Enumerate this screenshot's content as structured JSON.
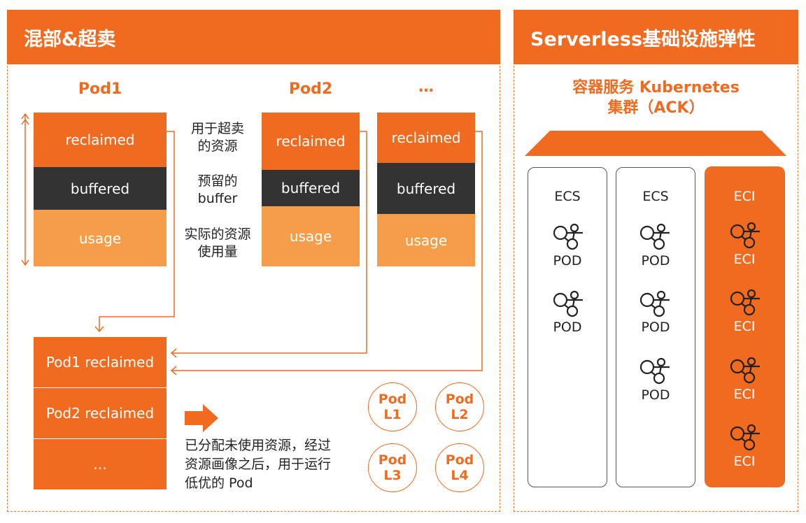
{
  "left": {
    "header": "混部&超卖",
    "pods": [
      {
        "title": "Pod1",
        "reclaimed": "reclaimed",
        "buffered": "buffered",
        "usage": "usage"
      },
      {
        "title": "Pod2",
        "reclaimed": "reclaimed",
        "buffered": "buffered",
        "usage": "usage"
      },
      {
        "title": "…",
        "reclaimed": "reclaimed",
        "buffered": "buffered",
        "usage": "usage"
      }
    ],
    "notes": {
      "reclaimed_line1": "用于超卖",
      "reclaimed_line2": "的资源",
      "buffered_line1": "预留的",
      "buffered_line2": "buffer",
      "usage_line1": "实际的资源",
      "usage_line2": "使用量"
    },
    "pool": [
      "Pod1 reclaimed",
      "Pod2 reclaimed",
      "…"
    ],
    "description_line1": "已分配未使用资源，经过",
    "description_line2": "资源画像之后，用于运行",
    "description_line3": "低优的 Pod",
    "low_pods": [
      {
        "l1": "Pod",
        "l2": "L1"
      },
      {
        "l1": "Pod",
        "l2": "L2"
      },
      {
        "l1": "Pod",
        "l2": "L3"
      },
      {
        "l1": "Pod",
        "l2": "L4"
      }
    ]
  },
  "right": {
    "header": "Serverless基础设施弹性",
    "cluster_line1": "容器服务 Kubernetes",
    "cluster_line2": "集群（ACK）",
    "columns": [
      {
        "label": "ECS",
        "items": [
          "POD",
          "POD"
        ]
      },
      {
        "label": "ECS",
        "items": [
          "POD",
          "POD",
          "POD"
        ]
      },
      {
        "label": "ECI",
        "items": [
          "ECI",
          "ECI",
          "ECI",
          "ECI"
        ]
      }
    ]
  },
  "colors": {
    "accent": "#f06a20",
    "light": "#f59d48",
    "dark": "#333333"
  }
}
